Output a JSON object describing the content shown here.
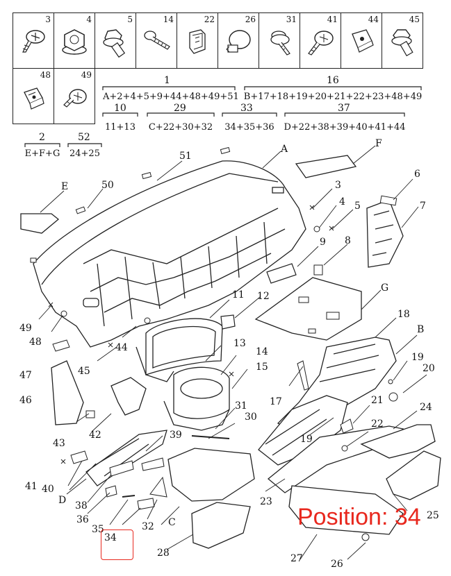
{
  "hardware_row1": [
    "3",
    "4",
    "5",
    "14",
    "22",
    "26",
    "31",
    "41",
    "44",
    "45"
  ],
  "hardware_row2": [
    "48",
    "49"
  ],
  "formulas": [
    {
      "num": "1",
      "text": "A+2+4+5+9+44+48+49+51"
    },
    {
      "num": "16",
      "text": "B+17+18+19+20+21+22+23+48+49"
    },
    {
      "num": "10",
      "text": "11+13"
    },
    {
      "num": "29",
      "text": "C+22+30+32"
    },
    {
      "num": "33",
      "text": "34+35+36"
    },
    {
      "num": "37",
      "text": "D+22+38+39+40+41+44"
    },
    {
      "num": "2",
      "text": "E+F+G"
    },
    {
      "num": "52",
      "text": "24+25"
    }
  ],
  "part_labels": {
    "A": "A",
    "F": "F",
    "51": "51",
    "E": "E",
    "50": "50",
    "3": "3",
    "4": "4",
    "5": "5",
    "6": "6",
    "7": "7",
    "9": "9",
    "8": "8",
    "G": "G",
    "11": "11",
    "12": "12",
    "49": "49",
    "48": "48",
    "44": "44",
    "47": "47",
    "45": "45",
    "13": "13",
    "14": "14",
    "15": "15",
    "46": "46",
    "18": "18",
    "B": "B",
    "19a": "19",
    "20": "20",
    "17": "17",
    "21": "21",
    "24": "24",
    "31": "31",
    "30": "30",
    "43": "43",
    "42": "42",
    "19b": "19",
    "22": "22",
    "39": "39",
    "41": "41",
    "40": "40",
    "D": "D",
    "38": "38",
    "36": "36",
    "35": "35",
    "32": "32",
    "C": "C",
    "23": "23",
    "25": "25",
    "28": "28",
    "27": "27",
    "26": "26",
    "34": "34"
  },
  "position_text": "Position: 34",
  "colors": {
    "line": "#222222",
    "highlight": "#e8281e"
  }
}
